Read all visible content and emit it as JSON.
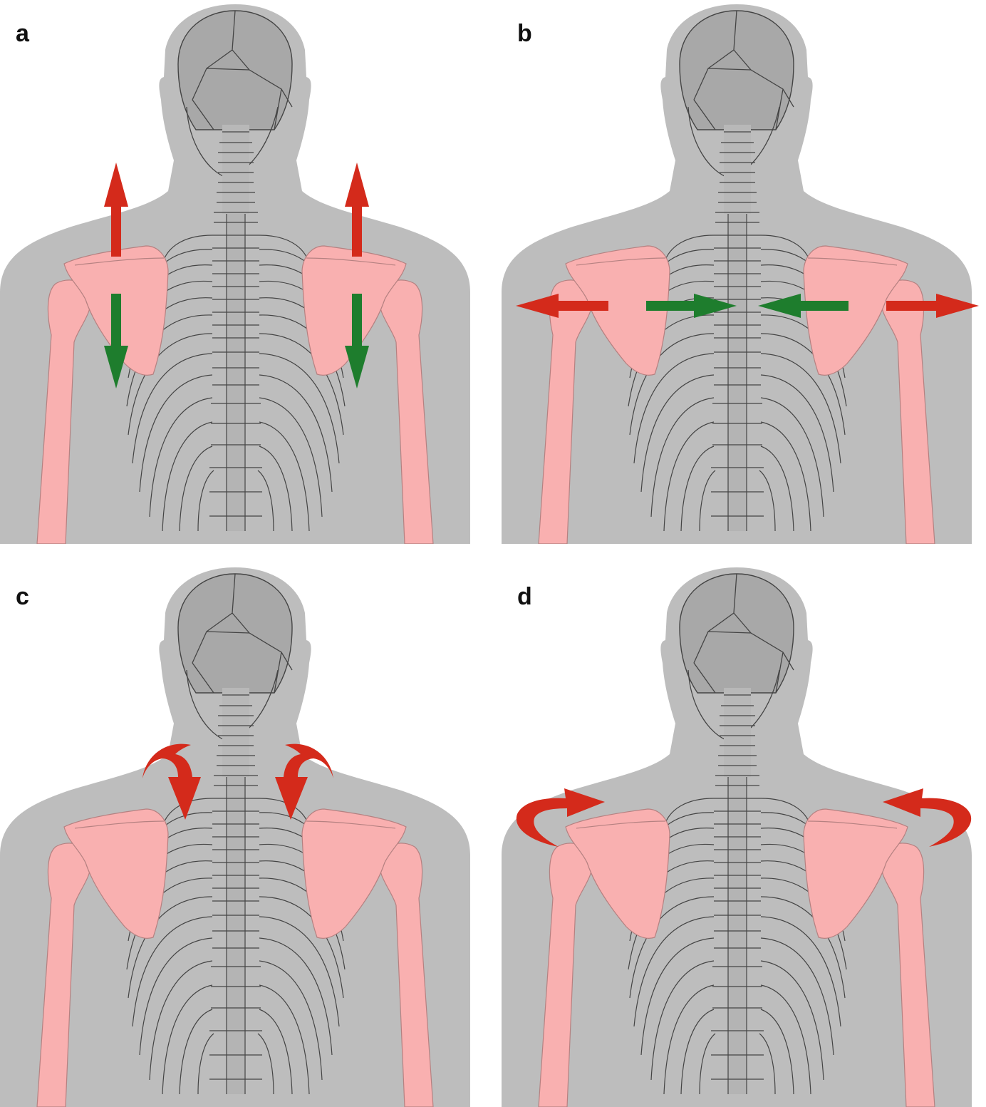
{
  "panels": [
    {
      "id": "a",
      "label": "a",
      "arrows": "elevation-depression"
    },
    {
      "id": "b",
      "label": "b",
      "arrows": "protraction-retraction"
    },
    {
      "id": "c",
      "label": "c",
      "arrows": "upward-rotation"
    },
    {
      "id": "d",
      "label": "d",
      "arrows": "forward-rotation"
    }
  ],
  "colors": {
    "body": "#bdbdbd",
    "skull": "#a7a7a7",
    "outline": "#444444",
    "bone": "#f9b0b0",
    "bone_stroke": "#b58181",
    "red_arrow": "#d42a1b",
    "green_arrow": "#1e7d2d"
  }
}
